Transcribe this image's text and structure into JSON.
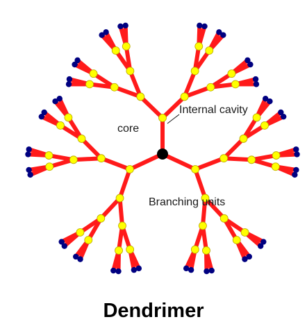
{
  "labels": {
    "core": "core",
    "internal_cavity": "Internal cavity",
    "branching_units": "Branching units"
  },
  "caption": "Dendrimer",
  "colors": {
    "bond": "#ff1a1a",
    "core": "#000000",
    "branch_point": "#ffff00",
    "terminal_group": "#000080",
    "pointer_line": "#1a1a1a"
  },
  "structure": {
    "main_arms": 3,
    "generations": 4,
    "branching_factor": 2
  }
}
